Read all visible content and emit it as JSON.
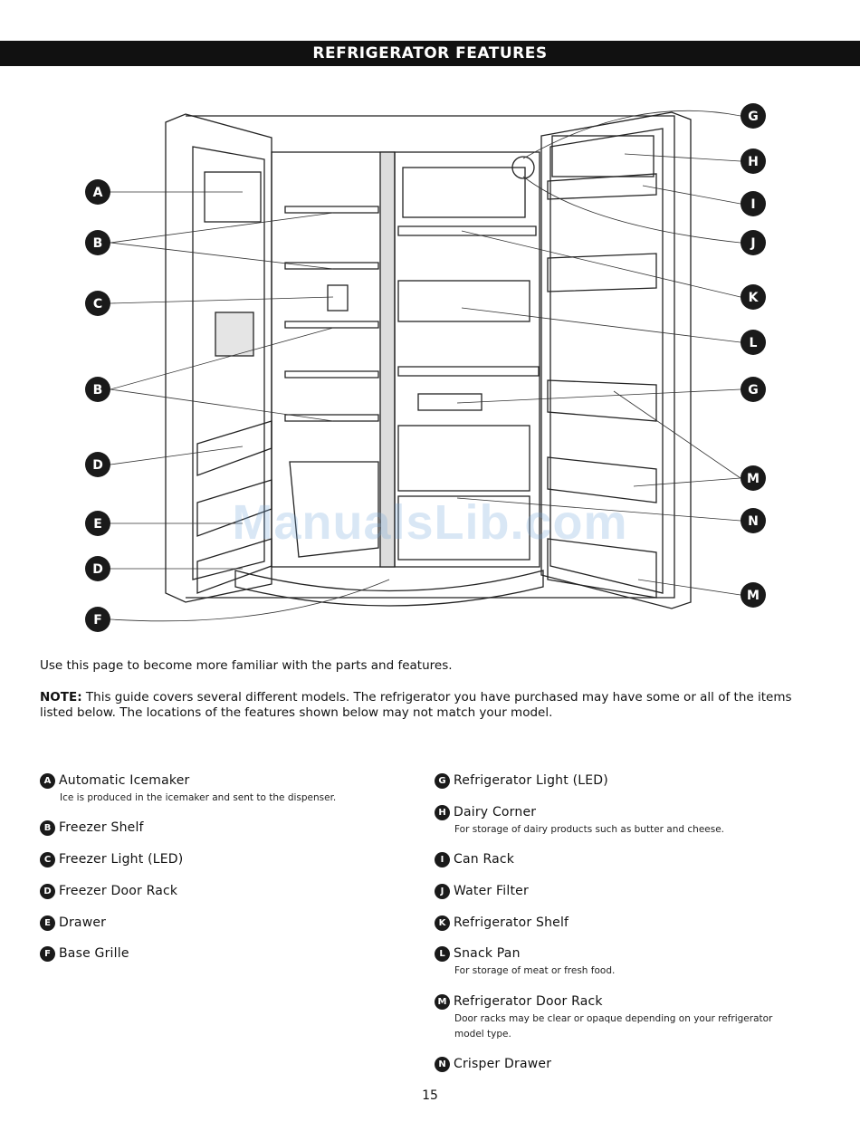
{
  "header": {
    "title": "REFRIGERATOR FEATURES"
  },
  "diagram": {
    "left_callouts": [
      "A",
      "B",
      "C",
      "B",
      "D",
      "E",
      "D",
      "F"
    ],
    "right_callouts": [
      "G",
      "H",
      "I",
      "J",
      "K",
      "L",
      "G",
      "M",
      "N",
      "M"
    ]
  },
  "watermark": "ManualsLib.com",
  "intro": "Use this page to become more familiar with the parts and features.",
  "note": {
    "label": "NOTE:",
    "text": " This guide covers several different models. The refrigerator you have purchased may have some or all of the items listed below. The locations of the features shown below may not match your model."
  },
  "features_left": [
    {
      "letter": "A",
      "name": "Automatic Icemaker",
      "desc": "Ice is produced in the icemaker and sent to the dispenser."
    },
    {
      "letter": "B",
      "name": "Freezer Shelf",
      "desc": ""
    },
    {
      "letter": "C",
      "name": "Freezer Light (LED)",
      "desc": ""
    },
    {
      "letter": "D",
      "name": "Freezer Door Rack",
      "desc": ""
    },
    {
      "letter": "E",
      "name": "Drawer",
      "desc": ""
    },
    {
      "letter": "F",
      "name": "Base Grille",
      "desc": ""
    }
  ],
  "features_right": [
    {
      "letter": "G",
      "name": "Refrigerator Light (LED)",
      "desc": ""
    },
    {
      "letter": "H",
      "name": "Dairy Corner",
      "desc": "For storage of dairy products such as butter and cheese."
    },
    {
      "letter": "I",
      "name": "Can Rack",
      "desc": ""
    },
    {
      "letter": "J",
      "name": "Water Filter",
      "desc": ""
    },
    {
      "letter": "K",
      "name": "Refrigerator Shelf",
      "desc": ""
    },
    {
      "letter": "L",
      "name": "Snack Pan",
      "desc": "For storage of meat or fresh food."
    },
    {
      "letter": "M",
      "name": "Refrigerator Door Rack",
      "desc": "Door racks may be clear or opaque depending on your refrigerator model type."
    },
    {
      "letter": "N",
      "name": "Crisper Drawer",
      "desc": ""
    }
  ],
  "page_number": "15"
}
